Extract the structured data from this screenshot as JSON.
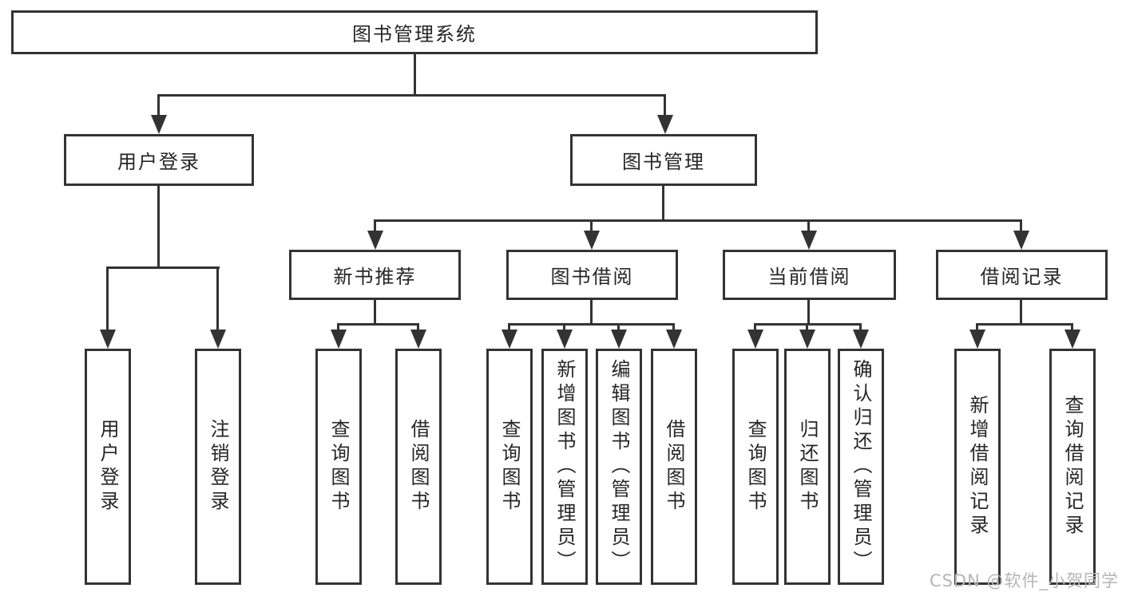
{
  "diagram": {
    "root": "图书管理系统",
    "level2": [
      "用户登录",
      "图书管理"
    ],
    "level3": [
      "新书推荐",
      "图书借阅",
      "当前借阅",
      "借阅记录"
    ],
    "leaves": {
      "user": [
        "用户登录",
        "注销登录"
      ],
      "recommend": [
        "查询图书",
        "借阅图书"
      ],
      "borrow": [
        "查询图书",
        "新增图书（管理员）",
        "编辑图书（管理员）",
        "借阅图书"
      ],
      "current": [
        "查询图书",
        "归还图书",
        "确认归还（管理员）"
      ],
      "records": [
        "新增借阅记录",
        "查询借阅记录"
      ]
    },
    "watermark": "CSDN @软件_小贺同学",
    "colors": {
      "line": "#333333",
      "text": "#262626",
      "background": "#ffffff",
      "watermark": "#b5b5b5"
    }
  }
}
